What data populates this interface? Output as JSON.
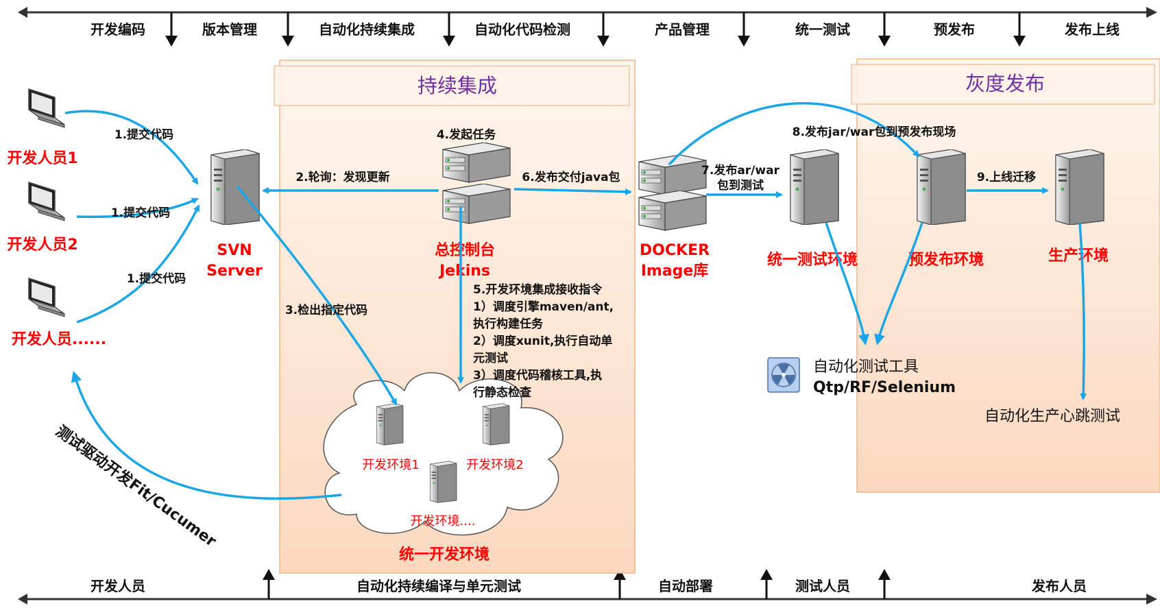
{
  "top_bar": {
    "stages": [
      "开发编码",
      "版本管理",
      "自动化持续集成",
      "自动化代码检测",
      "产品管理",
      "统一测试",
      "预发布",
      "发布上线"
    ]
  },
  "bottom_bar": {
    "roles": [
      "开发人员",
      "自动化持续编译与单元测试",
      "自动部署",
      "测试人员",
      "发布人员"
    ]
  },
  "zones": {
    "ci": "持续集成",
    "gray": "灰度发布"
  },
  "developers": {
    "dev1": "开发人员1",
    "dev2": "开发人员2",
    "devn": "开发人员......",
    "commit1": "1.提交代码",
    "commit2": "1.提交代码",
    "commit3": "1.提交代码"
  },
  "svn": {
    "line1": "SVN",
    "line2": "Server"
  },
  "jenkins": {
    "task": "4.发起任务",
    "line1": "总控制台",
    "line2": "Jekins"
  },
  "steps": {
    "poll": "2.轮询：发现更新",
    "checkout": "3.检出指定代码",
    "deliver": "6.发布交付java包",
    "publish_test_1": "7.发布ar/war",
    "publish_test_2": "包到测试",
    "publish_pre": "8.发布jar/war包到预发布现场",
    "go_live": "9.上线迁移",
    "tdd": "测试驱动开发Fit/Cucumer"
  },
  "instructions": {
    "l1": "5.开发环境集成接收指令",
    "l2": "1）调度引擎maven/ant,",
    "l3": "执行构建任务",
    "l4": "2）调度xunit,执行自动单",
    "l5": "元测试",
    "l6": "3）调度代码稽核工具,执",
    "l7": "行静态检查"
  },
  "docker": {
    "line1": "DOCKER",
    "line2": "Image库"
  },
  "environments": {
    "test": "统一测试环境",
    "pre": "预发布环境",
    "prod": "生产环境",
    "dev1": "开发环境1",
    "dev2": "开发环境2",
    "devn": "开发环境....",
    "unified_dev": "统一开发环境"
  },
  "tools": {
    "auto_test_1": "自动化测试工具",
    "auto_test_2": "Qtp/RF/Selenium",
    "heartbeat": "自动化生产心跳测试"
  },
  "colors": {
    "flow": "#1aa6e6",
    "label_red": "#ff0000",
    "zone_title": "#7030a0",
    "zone_fill": "#fde9d9",
    "zone_border": "#f4b183"
  }
}
